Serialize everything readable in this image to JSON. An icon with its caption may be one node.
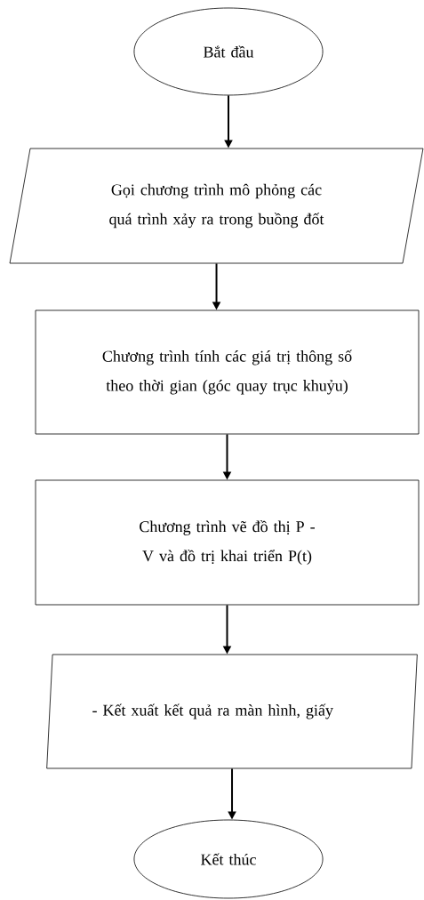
{
  "diagram": {
    "nodes": [
      {
        "text": [
          "Bắt đầu"
        ]
      },
      {
        "text": [
          "Gọi chương trình mô phỏng các quá trình xảy ra trong buồng đốt"
        ]
      },
      {
        "text": [
          "Chương trình tính các giá trị thông số theo thời gian (góc quay trục khuỷu)"
        ]
      },
      {
        "text": [
          "Chương trình vẽ đồ thị P - V và đồ trị khai triển P(t)"
        ]
      },
      {
        "text": [
          "- Kết xuất kết quả ra màn hình, giấy"
        ]
      },
      {
        "text": [
          "Kết thúc"
        ]
      }
    ],
    "edges": [
      {
        "from": 0,
        "to": 1,
        "arrow": "to"
      },
      {
        "from": 1,
        "to": 2,
        "arrow": "to"
      },
      {
        "from": 2,
        "to": 3,
        "arrow": "to"
      },
      {
        "from": 3,
        "to": 4,
        "arrow": "to"
      },
      {
        "from": 4,
        "to": 5,
        "arrow": "to"
      }
    ]
  }
}
